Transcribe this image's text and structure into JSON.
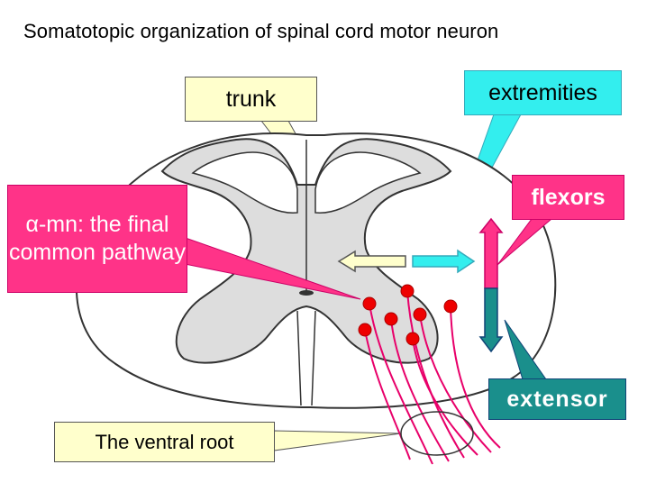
{
  "title": "Somatotopic organization of spinal cord motor neuron",
  "labels": {
    "trunk": "trunk",
    "extremities": "extremities",
    "flexors": "flexors",
    "alpha_mn": "α-mn: the final common pathway",
    "extensor": "extensor",
    "ventral_root": "The ventral root"
  },
  "colors": {
    "callout_yellow": "#ffffcc",
    "callout_cyan": "#33eeee",
    "callout_pink": "#ff3388",
    "callout_teal": "#1a8f8c",
    "gray_matter": "#dddddd",
    "neuron_red": "#ee0000",
    "axon_magenta": "#e8006a"
  }
}
